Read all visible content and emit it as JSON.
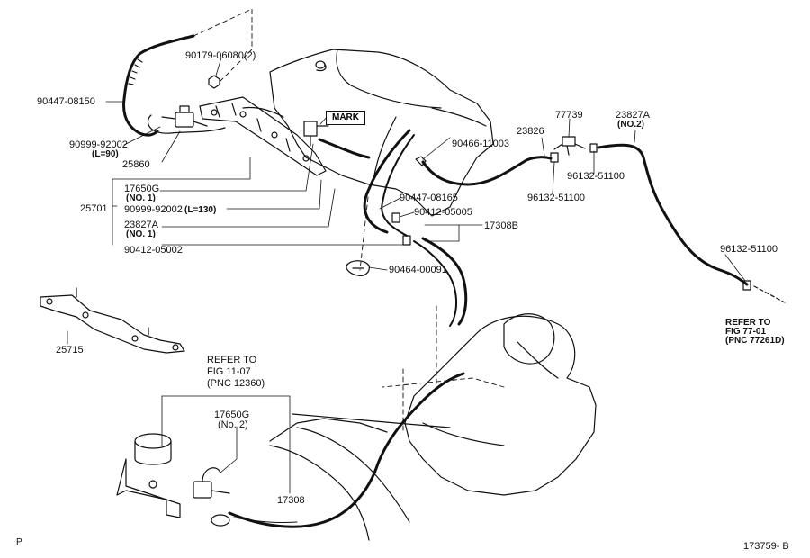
{
  "labels": {
    "p90179": "90179-06080(2)",
    "p90447_08150": "90447-08150",
    "p90999_a": "90999-92002",
    "l90": "(L=90)",
    "p25860": "25860",
    "mark": "MARK",
    "p17650g_1": "17650G",
    "no1_a": "(NO. 1)",
    "p25701": "25701",
    "p90999_b": "90999-92002",
    "l130": "(L=130)",
    "p23827a_1": "23827A",
    "no1_b": "(NO. 1)",
    "p90412_05002": "90412-05002",
    "p90466": "90466-11003",
    "p23826": "23826",
    "p77739": "77739",
    "p23827a_2": "23827A",
    "no2": "(NO.2)",
    "p96132_a": "96132-51100",
    "p96132_b": "96132-51100",
    "p96132_c": "96132-51100",
    "p90447_08165": "90447-08165",
    "p90412_05005": "90412-05005",
    "p17308b": "17308B",
    "p90464": "90464-00091",
    "ref77_1": "REFER TO",
    "ref77_2": "FIG  77-01",
    "ref77_3": "(PNC 77261D)",
    "p25715": "25715",
    "ref11_1": "REFER TO",
    "ref11_2": "FIG  11-07",
    "ref11_3": "(PNC 12360)",
    "p17650g_2": "17650G",
    "no2_b": "(No. 2)",
    "p17308": "17308",
    "corner_p": "P",
    "diagram_id": "173759- B"
  }
}
